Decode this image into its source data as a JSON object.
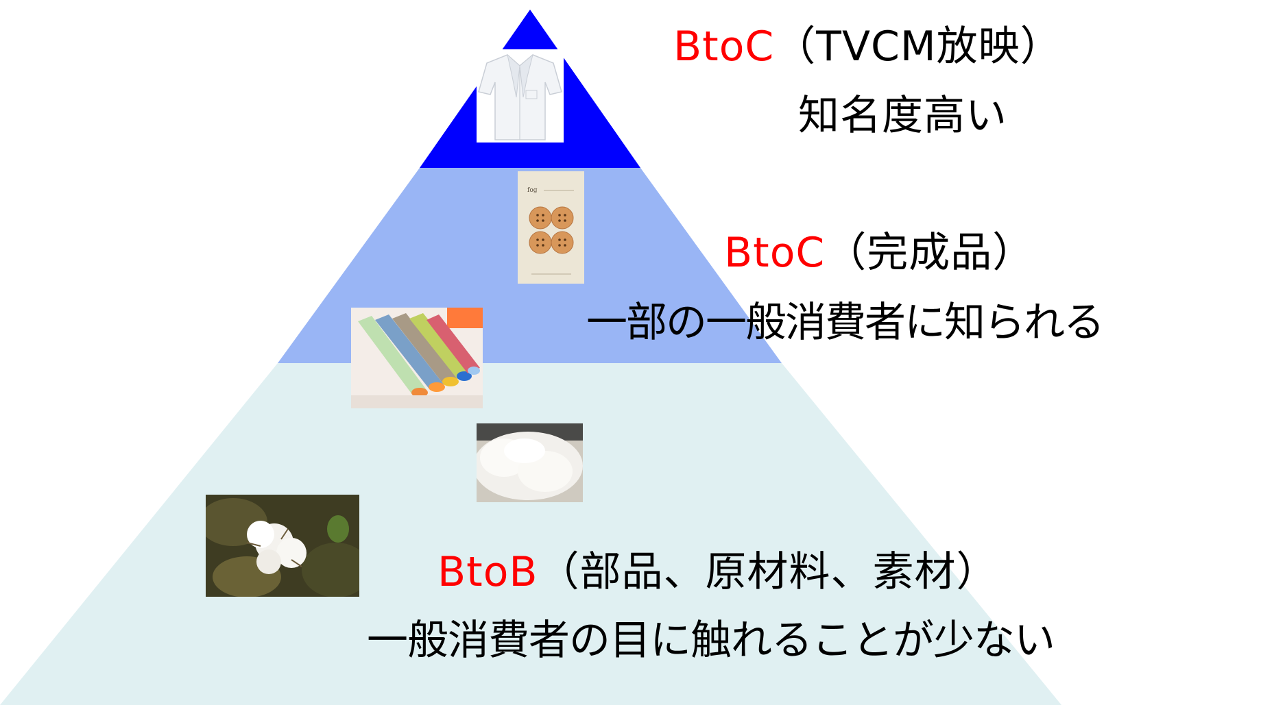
{
  "colors": {
    "top_tier": "#0000ff",
    "middle_tier": "#99b5f5",
    "bottom_tier": "#e0f0f2",
    "accent_text": "#ff0000",
    "body_text": "#000000"
  },
  "tiers": [
    {
      "id": "top",
      "type_label": "BtoC",
      "detail": "（TVCM放映）",
      "description": "知名度高い",
      "image": "shirt"
    },
    {
      "id": "middle",
      "type_label": "BtoC",
      "detail": "（完成品）",
      "description": "一部の一般消費者に知られる",
      "image": "buttons"
    },
    {
      "id": "bottom",
      "type_label": "BtoB",
      "detail": "（部品、原材料、素材）",
      "description": "一般消費者の目に触れることが少ない",
      "images": [
        "fabric-rolls",
        "raw-cotton-fiber",
        "cotton-boll"
      ]
    }
  ]
}
